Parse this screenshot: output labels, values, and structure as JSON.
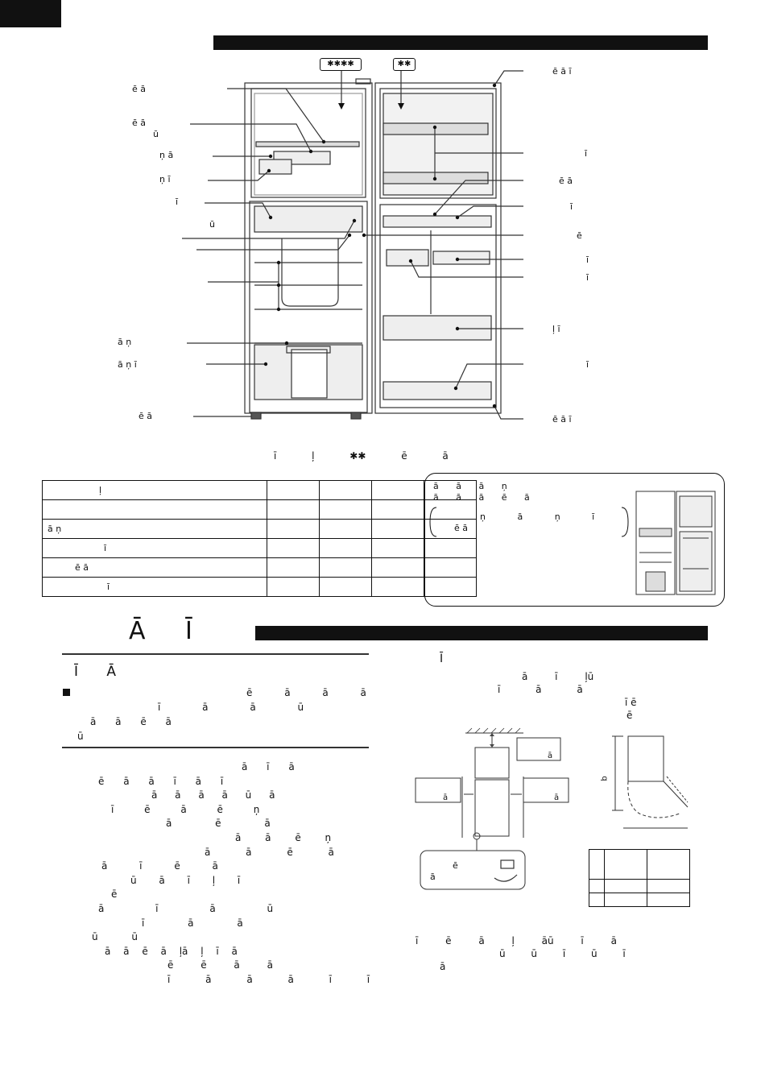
{
  "diagram": {
    "badge_freezer": "✱✱✱✱",
    "badge_chiller": "✱✱",
    "left_labels": [
      "ē ā",
      "ē ā",
      "ū",
      "ņ ā",
      "ņ ī",
      "ī",
      "ū",
      "ā ņ",
      "ā ņ ī",
      "ē ā"
    ],
    "right_labels": [
      "ē ā ī",
      "ī",
      "ē ā",
      "ī",
      "ē",
      "ī",
      "ī",
      "ļ ī",
      "ī",
      "ē ā ī"
    ],
    "caption": "ī ļ ✱✱ ē ā"
  },
  "spec_table": {
    "rows": [
      [
        "ļ",
        "",
        "",
        "",
        ""
      ],
      [
        "",
        "",
        "",
        "",
        ""
      ],
      [
        "ā ņ",
        "",
        "",
        "",
        ""
      ],
      [
        "ī",
        "",
        "",
        "",
        ""
      ],
      [
        "ē ā",
        "",
        "",
        "",
        ""
      ],
      [
        "ī",
        "",
        "",
        "",
        ""
      ]
    ]
  },
  "note_box": {
    "line1": "ā ā ā ņ",
    "line2": "ā ā ā ē ā",
    "line3": "ņ ā ņ ī",
    "line4": "ē ā"
  },
  "section2": {
    "heading": "Ā Ī",
    "subheading": "Ī Ā",
    "bullet_lines": [
      "ē ā ā ā",
      "ī ā ā ū",
      "ā ā ē ā",
      "ū"
    ],
    "body_lines": [
      "ā ī ā",
      "ē ā ā ī ā ī",
      "ā ā ā ā ū ā",
      "ī ē ā ē ņ",
      "ā ē ā",
      "ā ā ē ņ",
      "ā ā ē ā",
      "ā ī ē ā",
      "ū ā ī ļ ī",
      "ē",
      "ā ī ā ū",
      "ī ā ā",
      "ū ū",
      "ā ā ē ā ļā ļ ī ā",
      "ē ē ā ā",
      "ī ā ā ā ī ī"
    ],
    "right_title": "Ī",
    "right_lines": [
      "ā ī ļū",
      "ī ā ā",
      "ī ē",
      "ē"
    ],
    "install_labels": {
      "top": "ā",
      "left": "ā",
      "right": "ā",
      "foot1": "ē",
      "foot2": "ā",
      "dim_b": "b"
    },
    "footer_lines": [
      "ī ē ā ļ āū ī ā",
      "ū ū ī ū ī",
      "ā"
    ]
  }
}
